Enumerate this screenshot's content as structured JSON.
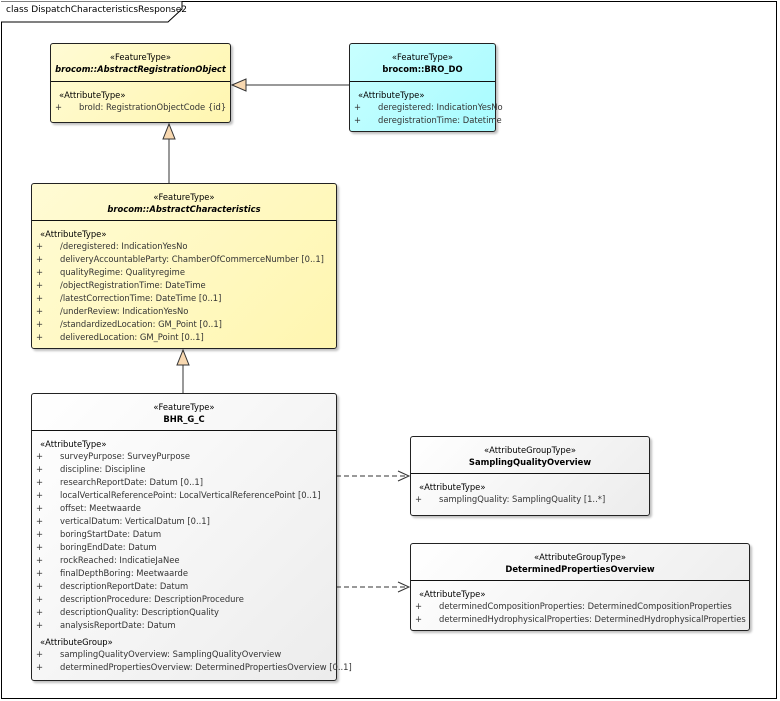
{
  "diagram": {
    "title": "class DispatchCharacteristicsResponse2",
    "colors": {
      "abstract_fill": "#fff8c0",
      "bro_do_fill": "#b4fcff",
      "concrete_fill": "#f2f2f2",
      "generalization_arrow_fill": "#f8d8b0"
    },
    "classes": [
      {
        "id": "aro",
        "stereotype": "«FeatureType»",
        "name": "brocom::AbstractRegistrationObject",
        "abstract": true,
        "color": "yellow",
        "sections": [
          {
            "label": "«AttributeType»",
            "attributes": [
              "broId: RegistrationObjectCode {id}"
            ]
          }
        ]
      },
      {
        "id": "brodo",
        "stereotype": "«FeatureType»",
        "name": "brocom::BRO_DO",
        "abstract": false,
        "color": "cyan",
        "sections": [
          {
            "label": "«AttributeType»",
            "attributes": [
              "deregistered: IndicationYesNo",
              "deregistrationTime: Datetime"
            ]
          }
        ]
      },
      {
        "id": "ac",
        "stereotype": "«FeatureType»",
        "name": "brocom::AbstractCharacteristics",
        "abstract": true,
        "color": "yellow",
        "sections": [
          {
            "label": "«AttributeType»",
            "attributes": [
              "/deregistered: IndicationYesNo",
              "deliveryAccountableParty: ChamberOfCommerceNumber [0..1]",
              "qualityRegime: Qualityregime",
              "/objectRegistrationTime: DateTime",
              "/latestCorrectionTime: DateTime [0..1]",
              "/underReview: IndicationYesNo",
              "/standardizedLocation: GM_Point [0..1]",
              "deliveredLocation: GM_Point [0..1]"
            ]
          }
        ]
      },
      {
        "id": "bhr",
        "stereotype": "«FeatureType»",
        "name": "BHR_G_C",
        "abstract": false,
        "color": "grey",
        "sections": [
          {
            "label": "«AttributeType»",
            "attributes": [
              "surveyPurpose: SurveyPurpose",
              "discipline: Discipline",
              "researchReportDate: Datum [0..1]",
              "localVerticalReferencePoint: LocalVerticalReferencePoint [0..1]",
              "offset: Meetwaarde",
              "verticalDatum: VerticalDatum [0..1]",
              "boringStartDate: Datum",
              "boringEndDate: Datum",
              "rockReached: IndicatieJaNee",
              "finalDepthBoring: Meetwaarde",
              "descriptionReportDate: Datum",
              "descriptionProcedure: DescriptionProcedure",
              "descriptionQuality: DescriptionQuality",
              "analysisReportDate: Datum"
            ]
          },
          {
            "label": "«AttributeGroup»",
            "attributes": [
              "samplingQualityOverview: SamplingQualityOverview",
              "determinedPropertiesOverview: DeterminedPropertiesOverview [0..1]"
            ]
          }
        ]
      },
      {
        "id": "sqo",
        "stereotype": "«AttributeGroupType»",
        "name": "SamplingQualityOverview",
        "abstract": false,
        "color": "grey",
        "sections": [
          {
            "label": "«AttributeType»",
            "attributes": [
              "samplingQuality: SamplingQuality [1..*]"
            ]
          }
        ]
      },
      {
        "id": "dpo",
        "stereotype": "«AttributeGroupType»",
        "name": "DeterminedPropertiesOverview",
        "abstract": false,
        "color": "grey",
        "sections": [
          {
            "label": "«AttributeType»",
            "attributes": [
              "determinedCompositionProperties: DeterminedCompositionProperties",
              "determinedHydrophysicalProperties: DeterminedHydrophysicalProperties"
            ]
          }
        ]
      }
    ],
    "relations": [
      {
        "type": "generalization",
        "from": "brodo",
        "to": "aro"
      },
      {
        "type": "generalization",
        "from": "ac",
        "to": "aro"
      },
      {
        "type": "generalization",
        "from": "bhr",
        "to": "ac"
      },
      {
        "type": "dependency",
        "from": "bhr",
        "to": "sqo"
      },
      {
        "type": "dependency",
        "from": "bhr",
        "to": "dpo"
      }
    ]
  }
}
